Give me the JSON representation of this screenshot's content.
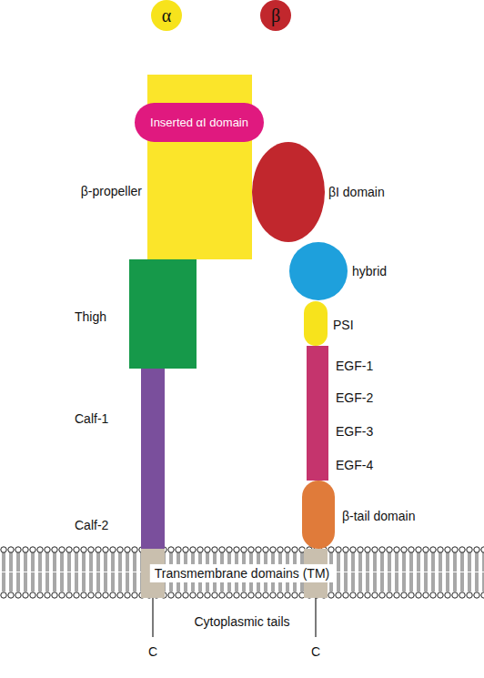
{
  "diagram": {
    "nodes": [
      {
        "text": [
          "α"
        ]
      },
      {
        "text": [
          "β"
        ]
      },
      {
        "text": [
          "β-propeller"
        ]
      },
      {
        "text": [
          "Inserted αI domain"
        ]
      },
      {
        "text": [
          "βI domain"
        ]
      },
      {
        "text": [
          "Thigh"
        ]
      },
      {
        "text": [
          "hybrid"
        ]
      },
      {
        "text": [
          "PSI"
        ]
      },
      {
        "text": [
          "Calf-1"
        ]
      },
      {
        "text": [
          "EGF-1"
        ]
      },
      {
        "text": [
          "EGF-2"
        ]
      },
      {
        "text": [
          "EGF-3"
        ]
      },
      {
        "text": [
          "EGF-4"
        ]
      },
      {
        "text": [
          "Calf-2"
        ]
      },
      {
        "text": [
          "β-tail domain"
        ]
      },
      {
        "text": [
          "Transmembrane domains (TM)"
        ]
      }
    ],
    "labels": [
      "Cytoplasmic tails",
      "C",
      "C"
    ]
  }
}
